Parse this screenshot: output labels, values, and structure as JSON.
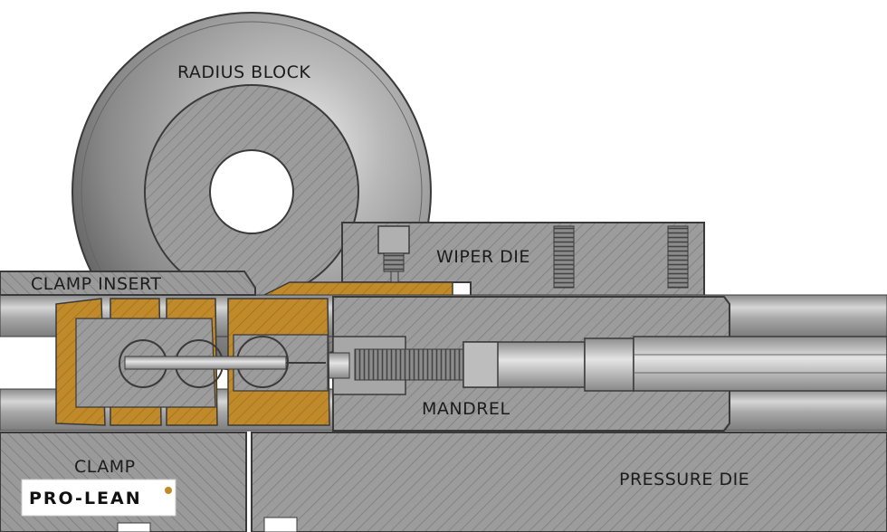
{
  "labels": {
    "radius_block": "RADIUS BLOCK",
    "wiper_die": "WIPER DIE",
    "clamp_insert": "CLAMP INSERT",
    "mandrel": "MANDREL",
    "clamp": "CLAMP",
    "pressure_die": "PRESSURE DIE"
  },
  "logo": {
    "text": "PRO-LEAN"
  },
  "colors": {
    "steel": "#9a9a9a",
    "steel_dark": "#6e6e6e",
    "bronze": "#c08a2a",
    "hatch": "#7c7c7c",
    "outline": "#3a3a3a"
  }
}
